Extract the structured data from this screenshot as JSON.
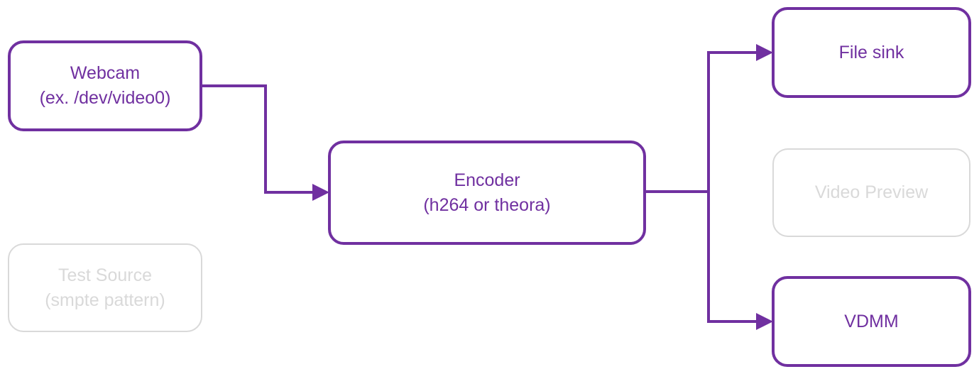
{
  "colors": {
    "active": "#7030a0",
    "inactive": "#d9d9d9"
  },
  "nodes": {
    "webcam": {
      "line1": "Webcam",
      "line2": "(ex. /dev/video0)",
      "state": "active"
    },
    "test": {
      "line1": "Test Source",
      "line2": "(smpte pattern)",
      "state": "inactive"
    },
    "encoder": {
      "line1": "Encoder",
      "line2": "(h264 or theora)",
      "state": "active"
    },
    "filesink": {
      "line1": "File sink",
      "state": "active"
    },
    "preview": {
      "line1": "Video Preview",
      "state": "inactive"
    },
    "vdmm": {
      "line1": "VDMM",
      "state": "active"
    }
  },
  "edges": [
    {
      "from": "webcam",
      "to": "encoder"
    },
    {
      "from": "encoder",
      "to": "filesink"
    },
    {
      "from": "encoder",
      "to": "vdmm"
    }
  ]
}
